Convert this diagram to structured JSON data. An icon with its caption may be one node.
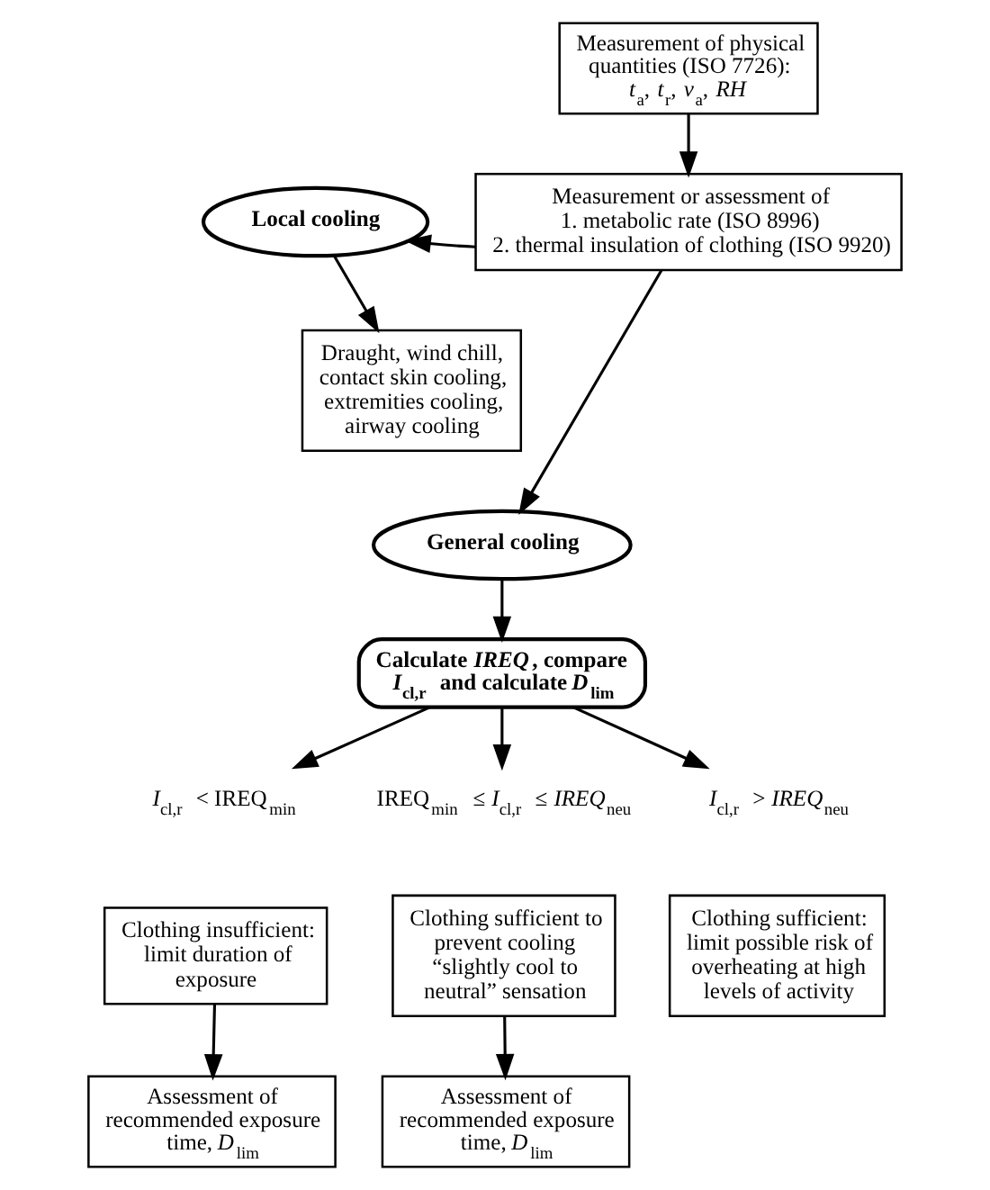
{
  "diagram": {
    "nodes": [
      {
        "text": [
          "Measurement of physical quantities (ISO 7726):",
          "*t*$_{a}$, *t*$_{r}$, *v*$_{a}$, *RH*"
        ]
      },
      {
        "text": [
          "Measurement or assessment of",
          "1. metabolic rate (ISO 8996)",
          "2. thermal insulation of clothing (ISO 9920)"
        ]
      },
      {
        "text": [
          "Local cooling"
        ]
      },
      {
        "text": [
          "Draught, wind chill, contact skin cooling, extremities cooling, airway cooling"
        ]
      },
      {
        "text": [
          "General cooling"
        ]
      },
      {
        "text": [
          "Calculate *IREQ*, compare *I*$_{cl,r}$ and calculate *D*$_{lim}$"
        ]
      },
      {
        "text": [
          "*I*$_{cl,r}$ < IREQ$_{min}$"
        ]
      },
      {
        "text": [
          "IREQ$_{min}$ ≤ *I*$_{cl,r}$ ≤ *IREQ*$_{neu}$"
        ]
      },
      {
        "text": [
          "*I*$_{cl,r}$ > *IREQ*$_{neu}$"
        ]
      },
      {
        "text": [
          "Clothing insufficient: limit duration of exposure"
        ]
      },
      {
        "text": [
          "Clothing sufficient to prevent cooling “slightly cool to neutral” sensation"
        ]
      },
      {
        "text": [
          "Clothing sufficient: limit possible risk of overheating at high levels of activity"
        ]
      },
      {
        "text": [
          "Assessment of recommended exposure time, *D*$_{lim}$"
        ]
      },
      {
        "text": [
          "Assessment of recommended exposure time, *D*$_{lim}$"
        ]
      }
    ],
    "edges": [
      {
        "from": 0,
        "to": 1,
        "arrow": "to"
      },
      {
        "from": 1,
        "to": 2,
        "arrow": "to"
      },
      {
        "from": 2,
        "to": 3,
        "arrow": "to"
      },
      {
        "from": 1,
        "to": 4,
        "arrow": "to"
      },
      {
        "from": 4,
        "to": 5,
        "arrow": "to"
      },
      {
        "from": 5,
        "to": 6,
        "arrow": "to"
      },
      {
        "from": 5,
        "to": 7,
        "arrow": "to"
      },
      {
        "from": 5,
        "to": 8,
        "arrow": "to"
      },
      {
        "from": 9,
        "to": 12,
        "arrow": "to"
      },
      {
        "from": 10,
        "to": 13,
        "arrow": "to"
      }
    ]
  }
}
